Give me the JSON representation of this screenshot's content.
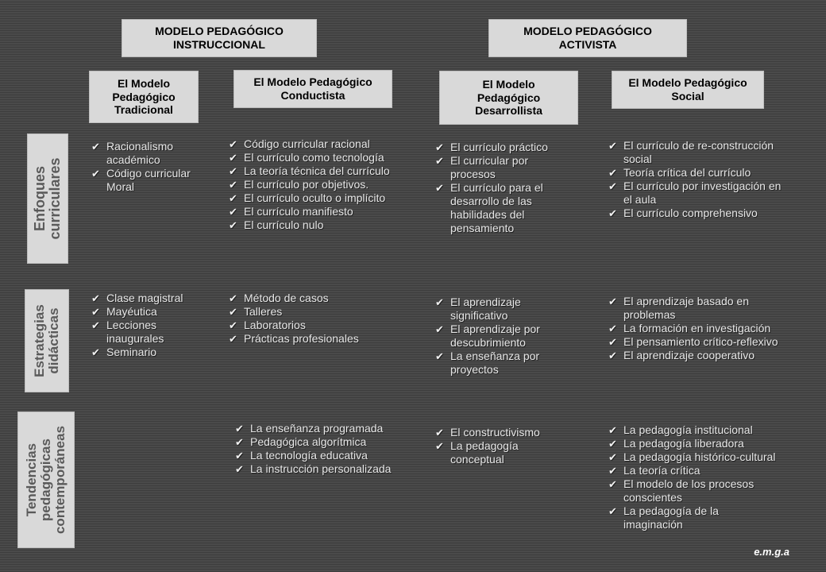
{
  "models": [
    {
      "line1": "MODELO PEDAGÓGICO",
      "line2": "INSTRUCCIONAL"
    },
    {
      "line1": "MODELO PEDAGÓGICO",
      "line2": "ACTIVISTA"
    }
  ],
  "submodels": [
    {
      "lines": [
        "El Modelo",
        "Pedagógico",
        "Tradicional"
      ]
    },
    {
      "lines": [
        "El Modelo Pedagógico",
        "Conductista"
      ]
    },
    {
      "lines": [
        "El Modelo",
        "Pedagógico",
        "Desarrollista"
      ]
    },
    {
      "lines": [
        "El Modelo Pedagógico",
        "Social"
      ]
    }
  ],
  "rows": [
    {
      "lines": [
        "Enfoques",
        "curriculares"
      ]
    },
    {
      "lines": [
        "Estrategias",
        "didácticas"
      ]
    },
    {
      "lines": [
        "Tendencias",
        "pedagógicas",
        "contemporáneas"
      ]
    }
  ],
  "cells": {
    "enfoques": [
      [
        "Racionalismo académico",
        "Código curricular Moral"
      ],
      [
        "Código curricular racional",
        "El currículo como tecnología",
        "La teoría técnica del currículo",
        "El currículo por objetivos.",
        "El currículo oculto o implícito",
        "El currículo manifiesto",
        "El currículo nulo"
      ],
      [
        "El currículo práctico",
        "El curricular por procesos",
        "El currículo para el desarrollo de las habilidades del pensamiento"
      ],
      [
        "El currículo de re-construcción social",
        "Teoría crítica del currículo",
        "El currículo por investigación en el aula",
        "El currículo comprehensivo"
      ]
    ],
    "estrategias": [
      [
        "Clase magistral",
        "Mayéutica",
        "Lecciones inaugurales",
        "Seminario"
      ],
      [
        "Método de casos",
        "Talleres",
        "Laboratorios",
        "Prácticas profesionales"
      ],
      [
        "El aprendizaje significativo",
        "El aprendizaje por descubrimiento",
        "La enseñanza por proyectos"
      ],
      [
        "El aprendizaje basado en problemas",
        "La formación en investigación",
        "El pensamiento crítico-reflexivo",
        "El aprendizaje cooperativo"
      ]
    ],
    "tendencias": [
      [
        "La enseñanza programada",
        "Pedagógica algorítmica",
        "La tecnología educativa",
        "La instrucción personalizada"
      ],
      [
        "El constructivismo",
        "La pedagogía conceptual"
      ],
      [
        "La pedagogía institucional",
        "La pedagogía liberadora",
        "La pedagogía histórico-cultural",
        "La teoría crítica",
        "El modelo de los procesos conscientes",
        "La pedagogía de la imaginación"
      ]
    ]
  },
  "signature": "e.m.g.a"
}
